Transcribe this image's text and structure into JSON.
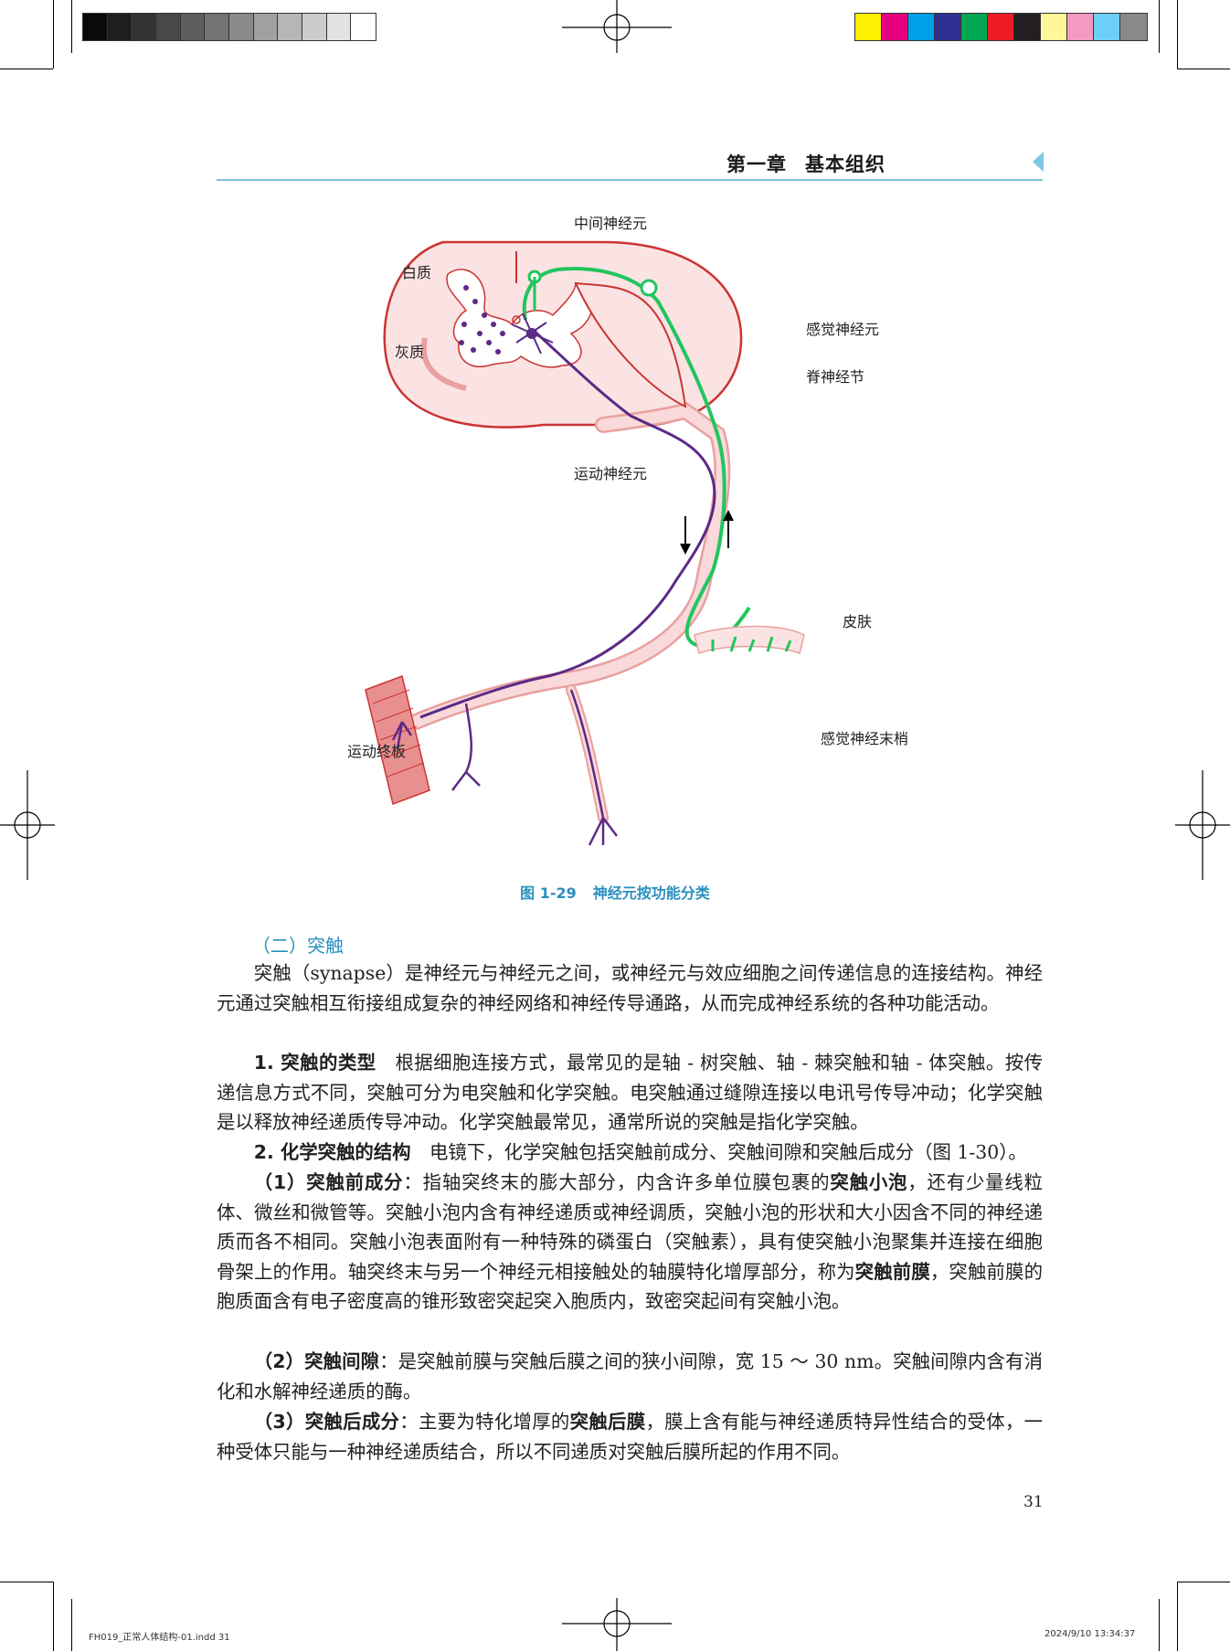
{
  "header": {
    "chapter": "第一章",
    "section": "基本组织"
  },
  "colors": {
    "accent": "#2a8fbf",
    "rule": "#7fc3d8",
    "sensory": "#22c55e",
    "motor": "#5b2a86",
    "tissue": "#e9a0a0"
  },
  "grayscale_bar": [
    "#0a0a0a",
    "#1e1e1e",
    "#333333",
    "#484848",
    "#5e5e5e",
    "#737373",
    "#8a8a8a",
    "#a0a0a0",
    "#b6b6b6",
    "#cccccc",
    "#e2e2e2",
    "#ffffff"
  ],
  "color_bar": [
    "#ffef00",
    "#e5007e",
    "#00a0e9",
    "#2e3192",
    "#00a651",
    "#ed1c24",
    "#231f20",
    "#fff799",
    "#f49ac1",
    "#6dcff6",
    "#898989"
  ],
  "figure": {
    "labels": {
      "interneuron": "中间神经元",
      "white_matter": "白质",
      "gray_matter": "灰质",
      "sensory_neuron": "感觉神经元",
      "spinal_ganglion": "脊神经节",
      "motor_neuron": "运动神经元",
      "skin": "皮肤",
      "motor_end_plate": "运动终板",
      "sensory_ending": "感觉神经末梢"
    },
    "caption_number": "图 1-29",
    "caption_title": "神经元按功能分类"
  },
  "section_title": "（二）突触",
  "paragraphs": {
    "p1": "突触（synapse）是神经元与神经元之间，或神经元与效应细胞之间传递信息的连接结构。神经元通过突触相互衔接组成复杂的神经网络和神经传导通路，从而完成神经系统的各种功能活动。",
    "p2_head": "1. 突触的类型",
    "p2_body": "　根据细胞连接方式，最常见的是轴 - 树突触、轴 - 棘突触和轴 - 体突触。按传递信息方式不同，突触可分为电突触和化学突触。电突触通过缝隙连接以电讯号传导冲动；化学突触是以释放神经递质传导冲动。化学突触最常见，通常所说的突触是指化学突触。",
    "p3_head": "2. 化学突触的结构",
    "p3_body": "　电镜下，化学突触包括突触前成分、突触间隙和突触后成分（图 1-30）。",
    "p4_head": "（1）突触前成分",
    "p4_a": "：指轴突终末的膨大部分，内含许多单位膜包裹的",
    "p4_bold1": "突触小泡",
    "p4_b": "，还有少量线粒体、微丝和微管等。突触小泡内含有神经递质或神经调质，突触小泡的形状和大小因含不同的神经递质而各不相同。突触小泡表面附有一种特殊的磷蛋白（突触素），具有使突触小泡聚集并连接在细胞骨架上的作用。轴突终末与另一个神经元相接触处的轴膜特化增厚部分，称为",
    "p4_bold2": "突触前膜",
    "p4_c": "，突触前膜的胞质面含有电子密度高的锥形致密突起突入胞质内，致密突起间有突触小泡。",
    "p5_head": "（2）突触间隙",
    "p5_body": "：是突触前膜与突触后膜之间的狭小间隙，宽 15 ～ 30 nm。突触间隙内含有消化和水解神经递质的酶。",
    "p6_head": "（3）突触后成分",
    "p6_a": "：主要为特化增厚的",
    "p6_bold": "突触后膜",
    "p6_b": "，膜上含有能与神经递质特异性结合的受体，一种受体只能与一种神经递质结合，所以不同递质对突触后膜所起的作用不同。"
  },
  "page_number": "31",
  "footer": {
    "file": "FH019_正常人体结构-01.indd   31",
    "timestamp": "2024/9/10   13:34:37"
  }
}
